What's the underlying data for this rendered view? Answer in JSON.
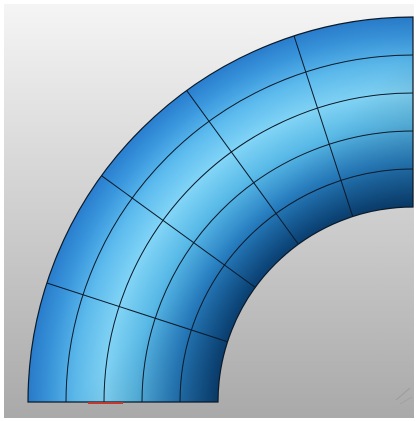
{
  "viewport": {
    "background_top_color": "#f5f5f5",
    "background_bottom_color": "#a9a9a9",
    "frame_color": "#ffffff"
  },
  "model": {
    "shape": "quarter-torus pipe elbow",
    "surface_light_color": "#8ee4ff",
    "surface_mid_color": "#4aa8ea",
    "surface_dark_color": "#0c4a82",
    "mesh_line_color": "#0a1a2a",
    "mesh_radial_divisions": 5,
    "mesh_angular_divisions": 5,
    "base_marker_color": "#c0392b"
  },
  "icons": {
    "viewport_axis_hint": "axis-triad-icon"
  }
}
